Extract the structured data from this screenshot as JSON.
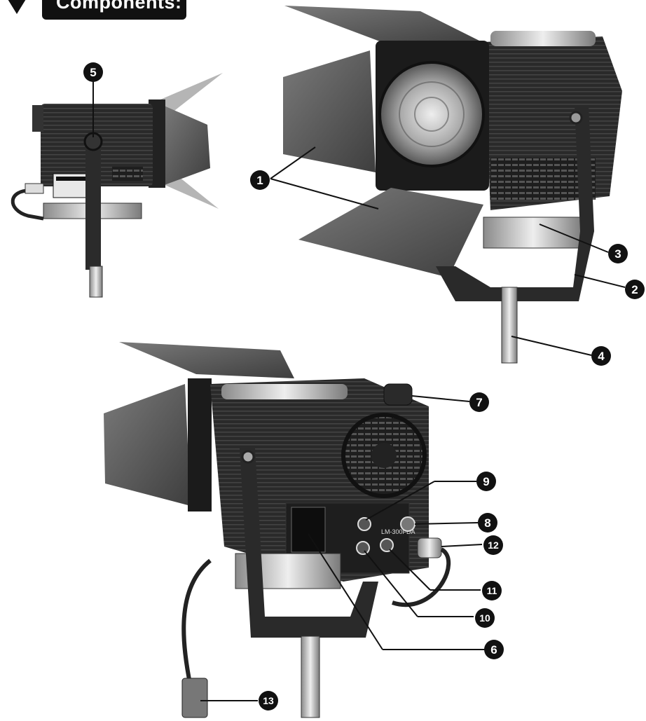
{
  "header": {
    "title": "Components:"
  },
  "callouts": [
    {
      "id": "c1",
      "label": "1"
    },
    {
      "id": "c2",
      "label": "2"
    },
    {
      "id": "c3",
      "label": "3"
    },
    {
      "id": "c4",
      "label": "4"
    },
    {
      "id": "c5",
      "label": "5"
    },
    {
      "id": "c6",
      "label": "6"
    },
    {
      "id": "c7",
      "label": "7"
    },
    {
      "id": "c8",
      "label": "8"
    },
    {
      "id": "c9",
      "label": "9"
    },
    {
      "id": "c10",
      "label": "10"
    },
    {
      "id": "c11",
      "label": "11"
    },
    {
      "id": "c12",
      "label": "12"
    },
    {
      "id": "c13",
      "label": "13"
    }
  ],
  "model_label": "LM-300FDA",
  "colors": {
    "ink": "#111111",
    "body": "#2e2e2e",
    "barn": "#5a5a5a",
    "metal": "#c8c8c8"
  }
}
